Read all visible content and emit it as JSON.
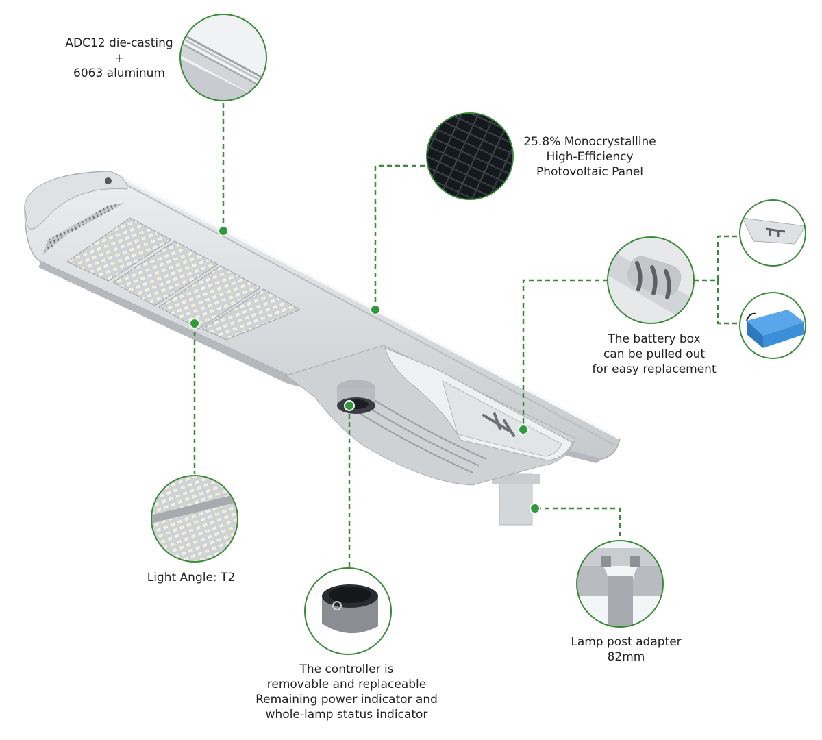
{
  "colors": {
    "accent": "#3a8a3a",
    "lamp_body": "#d9dcdf",
    "lamp_shadow": "#b7bbbf",
    "solar_panel": "#111418",
    "battery": "#3b8fd9"
  },
  "callouts": {
    "housing": {
      "lines": [
        "ADC12 die-casting",
        "+",
        "6063 aluminum"
      ],
      "icon": "housing-edge-detail"
    },
    "panel": {
      "lines": [
        "25.8% Monocrystalline",
        "High-Efficiency",
        "Photovoltaic Panel"
      ],
      "icon": "solar-cell-detail"
    },
    "battery": {
      "lines": [
        "The battery box",
        "can be pulled out",
        "for easy replacement"
      ],
      "icon": "battery-box-detail"
    },
    "light_angle": {
      "lines": [
        "Light Angle: T2"
      ],
      "icon": "led-module-detail"
    },
    "controller": {
      "lines": [
        "The controller is",
        "removable and replaceable",
        "Remaining power indicator and",
        "whole-lamp status indicator"
      ],
      "icon": "controller-detail"
    },
    "adapter": {
      "lines": [
        "Lamp post adapter",
        "82mm"
      ],
      "icon": "post-adapter-detail"
    }
  }
}
